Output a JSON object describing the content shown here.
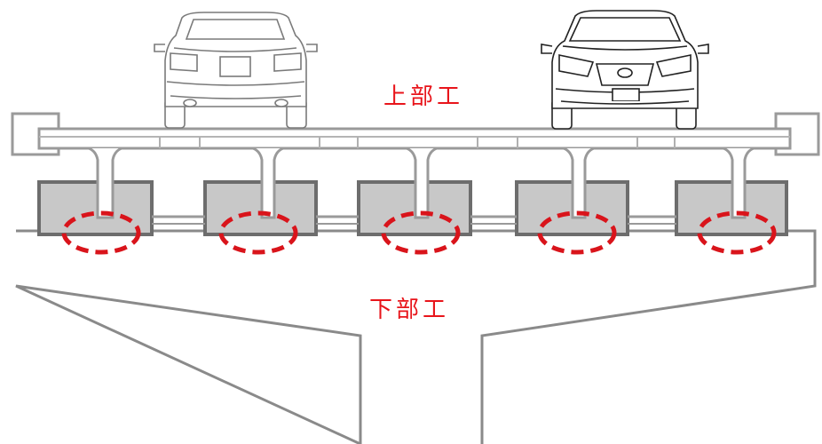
{
  "labels": {
    "superstructure": "上部工",
    "substructure": "下部工"
  },
  "colors": {
    "label": "#e8151b",
    "bearing_highlight": "#d9141b",
    "girder_line": "#9a9a9a",
    "pier_fill": "#c8c8c8",
    "pier_stroke": "#6d6d6d",
    "car_line": "#7a7a7a",
    "car_line_front": "#222222"
  },
  "diagram": {
    "girder_count": 5,
    "vehicles": [
      {
        "name": "rear-car",
        "view": "rear"
      },
      {
        "name": "front-car",
        "view": "front"
      }
    ]
  }
}
